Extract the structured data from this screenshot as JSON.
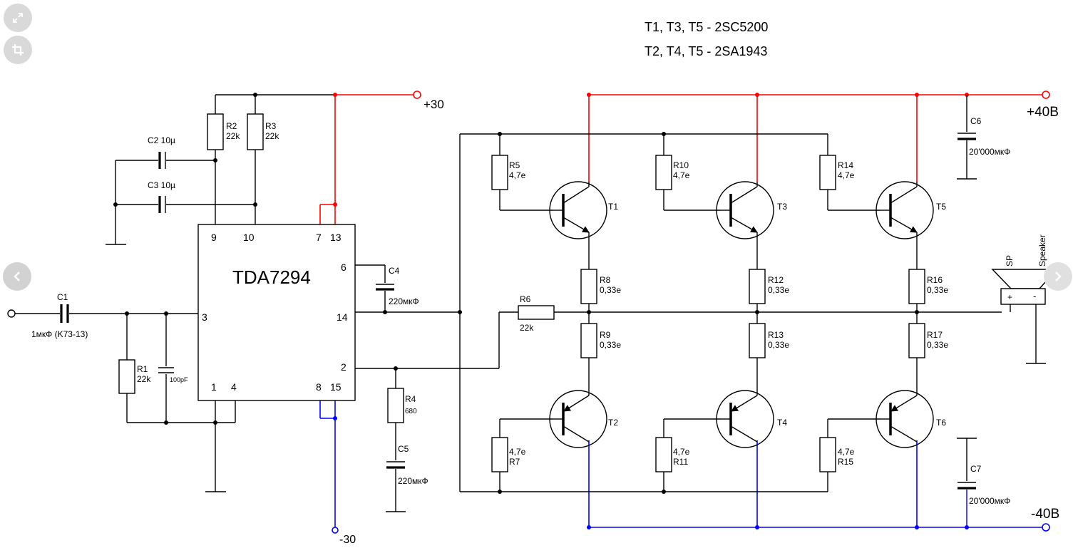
{
  "ui": {
    "expand_icon": "expand-icon",
    "crop_icon": "crop-icon",
    "prev_icon": "chevron-left-icon",
    "next_icon": "chevron-right-icon"
  },
  "colors": {
    "positive_rail": "#ff0000",
    "negative_rail": "#0000ff",
    "wire": "#000000"
  },
  "notes": {
    "line1": "T1, T3, T5 - 2SC5200",
    "line2": "T2, T4, T5 - 2SA1943"
  },
  "supply": {
    "plus30": "+30",
    "minus30": "-30",
    "plus40": "+40В",
    "minus40": "-40В"
  },
  "ic": {
    "name": "TDA7294",
    "pins": {
      "p9": "9",
      "p10": "10",
      "p7": "7",
      "p13": "13",
      "p6": "6",
      "p3": "3",
      "p14": "14",
      "p2": "2",
      "p1": "1",
      "p4": "4",
      "p8": "8",
      "p15": "15"
    }
  },
  "components": {
    "C1": {
      "ref": "C1",
      "value": "1мкФ (K73-13)"
    },
    "C2": {
      "ref": "C2 10µ"
    },
    "C3": {
      "ref": "C3 10µ"
    },
    "C4": {
      "ref": "C4",
      "value": "220мкФ"
    },
    "C5": {
      "ref": "C5",
      "value": "220мкФ"
    },
    "C6": {
      "ref": "C6",
      "value": "20'000мкФ"
    },
    "C7": {
      "ref": "C7",
      "value": "20'000мкФ"
    },
    "C100p": {
      "value": "100pF"
    },
    "R1": {
      "ref": "R1",
      "value": "22k"
    },
    "R2": {
      "ref": "R2",
      "value": "22k"
    },
    "R3": {
      "ref": "R3",
      "value": "22k"
    },
    "R4": {
      "ref": "R4",
      "value": "680"
    },
    "R5": {
      "ref": "R5",
      "value": "4,7e"
    },
    "R6": {
      "ref": "R6",
      "value": "22k"
    },
    "R7": {
      "ref": "R7",
      "value": "4,7e"
    },
    "R8": {
      "ref": "R8",
      "value": "0,33e"
    },
    "R9": {
      "ref": "R9",
      "value": "0,33e"
    },
    "R10": {
      "ref": "R10",
      "value": "4,7e"
    },
    "R11": {
      "ref": "R11",
      "value": "4,7e"
    },
    "R12": {
      "ref": "R12",
      "value": "0,33e"
    },
    "R13": {
      "ref": "R13",
      "value": "0,33e"
    },
    "R14": {
      "ref": "R14",
      "value": "4,7e"
    },
    "R15": {
      "ref": "R15",
      "value": "4,7e"
    },
    "R16": {
      "ref": "R16",
      "value": "0,33e"
    },
    "R17": {
      "ref": "R17",
      "value": "0,33e"
    },
    "T1": {
      "ref": "T1"
    },
    "T2": {
      "ref": "T2"
    },
    "T3": {
      "ref": "T3"
    },
    "T4": {
      "ref": "T4"
    },
    "T5": {
      "ref": "T5"
    },
    "T6": {
      "ref": "T6"
    }
  },
  "speaker": {
    "sp": "SP",
    "name": "Speaker",
    "plus": "+",
    "minus": "-"
  }
}
